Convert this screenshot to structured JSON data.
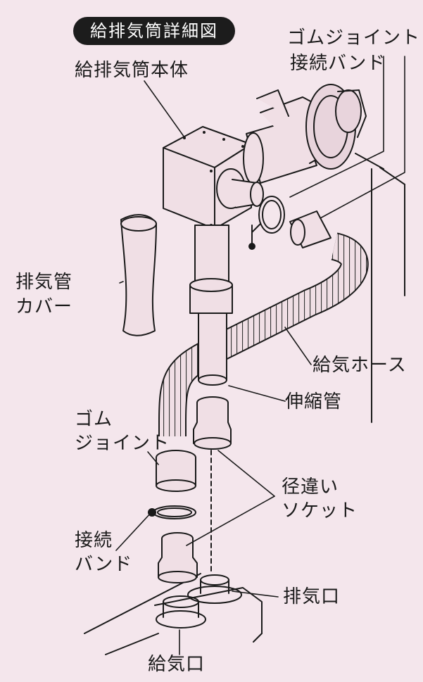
{
  "title": "給排気筒詳細図",
  "labels": {
    "main_body": "給排気筒本体",
    "rubber_joint_top_line1": "ゴムジョイント",
    "connection_band_top": "接続バンド",
    "exhaust_pipe_cover_line1": "排気管",
    "exhaust_pipe_cover_line2": "カバー",
    "intake_hose": "給気ホース",
    "expansion_pipe": "伸縮管",
    "rubber_joint_left_line1": "ゴム",
    "rubber_joint_left_line2": "ジョイント",
    "reducer_socket_line1": "径違い",
    "reducer_socket_line2": "ソケット",
    "connection_band_left_line1": "接続",
    "connection_band_left_line2": "バンド",
    "exhaust_port": "排気口",
    "intake_port": "給気口"
  },
  "colors": {
    "background": "#f4e6ec",
    "line": "#1a1a1a",
    "pill": "#1c1c1c",
    "pill_text": "#ffffff"
  }
}
